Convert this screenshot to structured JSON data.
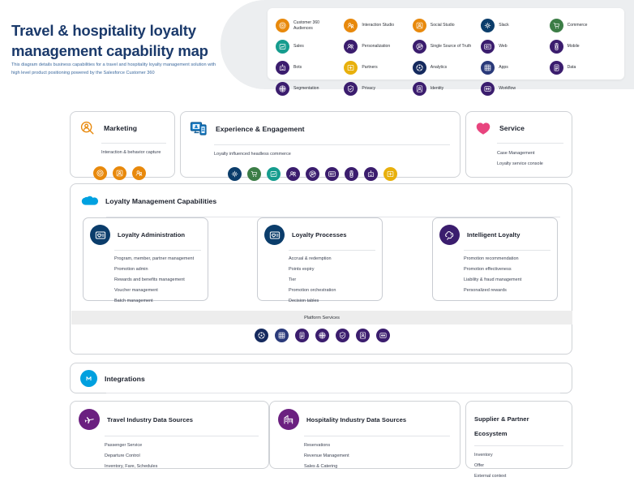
{
  "header": {
    "title": "Travel & hospitality loyalty management capability map",
    "subtitle": "This diagram details business capabilities for a travel and hospitality loyalty management solution with high level product positioning powered by the Salesforce Customer 360"
  },
  "legend": {
    "items": [
      {
        "label": "Customer 360 Audiences",
        "icon": "customer360-audiences-icon",
        "color": "#e8890c"
      },
      {
        "label": "Interaction Studio",
        "icon": "interaction-studio-icon",
        "color": "#e8890c"
      },
      {
        "label": "Social Studio",
        "icon": "social-studio-icon",
        "color": "#e8890c"
      },
      {
        "label": "Slack",
        "icon": "slack-icon",
        "color": "#0b3d6b"
      },
      {
        "label": "Commerce",
        "icon": "commerce-icon",
        "color": "#3c7d46"
      },
      {
        "label": "Sales",
        "icon": "sales-icon",
        "color": "#159c8e"
      },
      {
        "label": "Personalization",
        "icon": "personalization-icon",
        "color": "#3b1d6e"
      },
      {
        "label": "Single Source of Truth",
        "icon": "single-source-of-truth-icon",
        "color": "#3b1d6e"
      },
      {
        "label": "Web",
        "icon": "web-icon",
        "color": "#3b1d6e"
      },
      {
        "label": "Mobile",
        "icon": "mobile-icon",
        "color": "#3b1d6e"
      },
      {
        "label": "Bots",
        "icon": "bots-icon",
        "color": "#3b1d6e"
      },
      {
        "label": "Partners",
        "icon": "partners-icon",
        "color": "#e8b00c"
      },
      {
        "label": "Analytics",
        "icon": "analytics-icon",
        "color": "#152a5e"
      },
      {
        "label": "Apps",
        "icon": "apps-icon",
        "color": "#2a3a7a"
      },
      {
        "label": "Data",
        "icon": "data-icon",
        "color": "#3b1d6e"
      },
      {
        "label": "Segmentation",
        "icon": "segmentation-icon",
        "color": "#3b1d6e"
      },
      {
        "label": "Privacy",
        "icon": "privacy-icon",
        "color": "#3b1d6e"
      },
      {
        "label": "Identity",
        "icon": "identity-icon",
        "color": "#3b1d6e"
      },
      {
        "label": "Workflow",
        "icon": "workflow-icon",
        "color": "#3b1d6e"
      }
    ]
  },
  "marketing": {
    "title": "Marketing",
    "header_icon": "marketing-audience-search-icon",
    "bullets": [
      "Interaction & behavior capture"
    ],
    "icons": [
      {
        "name": "customer360-audiences-icon",
        "color": "#e8890c"
      },
      {
        "name": "social-studio-icon",
        "color": "#e8890c"
      },
      {
        "name": "interaction-studio-icon",
        "color": "#e8890c"
      }
    ]
  },
  "experience": {
    "title": "Experience & Engagement",
    "header_icon": "experience-devices-icon",
    "bullets": [
      "Loyalty influenced headless commerce"
    ],
    "icons": [
      {
        "name": "slack-icon",
        "color": "#0b3d6b"
      },
      {
        "name": "commerce-icon",
        "color": "#3c7d46"
      },
      {
        "name": "sales-icon",
        "color": "#159c8e"
      },
      {
        "name": "personalization-icon",
        "color": "#3b1d6e"
      },
      {
        "name": "single-source-of-truth-icon",
        "color": "#3b1d6e"
      },
      {
        "name": "web-icon",
        "color": "#3b1d6e"
      },
      {
        "name": "mobile-icon",
        "color": "#3b1d6e"
      },
      {
        "name": "bots-icon",
        "color": "#3b1d6e"
      },
      {
        "name": "partners-icon",
        "color": "#e8b00c"
      }
    ]
  },
  "service": {
    "title": "Service",
    "header_icon": "service-heart-icon",
    "bullets": [
      "Case Management",
      "Loyalty service console"
    ]
  },
  "loyalty_management": {
    "title": "Loyalty Management Capabilities",
    "header_icon": "salesforce-cloud-icon",
    "cards": [
      {
        "title": "Loyalty Administration",
        "icon": "loyalty-card-icon",
        "icon_color": "#0b3d6b",
        "bullets": [
          "Program, member, partner management",
          "Promotion admin",
          "Rewards and benefits management",
          "Voucher management",
          "Batch management"
        ]
      },
      {
        "title": "Loyalty Processes",
        "icon": "loyalty-card-icon",
        "icon_color": "#0b3d6b",
        "bullets": [
          "Accrual & redemption",
          "Points expiry",
          "Tier",
          "Promotion orchestration",
          "Decision tables"
        ]
      },
      {
        "title": "Intelligent Loyalty",
        "icon": "einstein-icon",
        "icon_color": "#3b1d6e",
        "bullets": [
          "Promotion recommendation",
          "Promotion effectiveness",
          "Liability & fraud management",
          "Personalized rewards"
        ]
      }
    ],
    "platform_services": {
      "label": "Platform Services",
      "icons": [
        {
          "name": "analytics-icon",
          "color": "#152a5e"
        },
        {
          "name": "apps-icon",
          "color": "#2a3a7a"
        },
        {
          "name": "data-icon",
          "color": "#3b1d6e"
        },
        {
          "name": "segmentation-icon",
          "color": "#3b1d6e"
        },
        {
          "name": "privacy-icon",
          "color": "#3b1d6e"
        },
        {
          "name": "identity-icon",
          "color": "#3b1d6e"
        },
        {
          "name": "workflow-icon",
          "color": "#3b1d6e"
        }
      ]
    }
  },
  "integrations": {
    "title": "Integrations",
    "header_icon": "mulesoft-icon"
  },
  "travel_sources": {
    "title": "Travel Industry Data Sources",
    "header_icon": "airplane-icon",
    "icon_color": "#6b2080",
    "bullets": [
      "Passenger Service",
      "Departure Control",
      "Inventory, Fare, Schedules"
    ]
  },
  "hospitality_sources": {
    "title": "Hospitality Industry Data Sources",
    "header_icon": "hotel-icon",
    "icon_color": "#6b2080",
    "bullets": [
      "Reservations",
      "Revenue Management",
      "Sales & Catering"
    ]
  },
  "supplier": {
    "title": "Supplier & Partner Ecosystem",
    "bullets": [
      "Inventory",
      "Offer",
      "External context"
    ]
  }
}
